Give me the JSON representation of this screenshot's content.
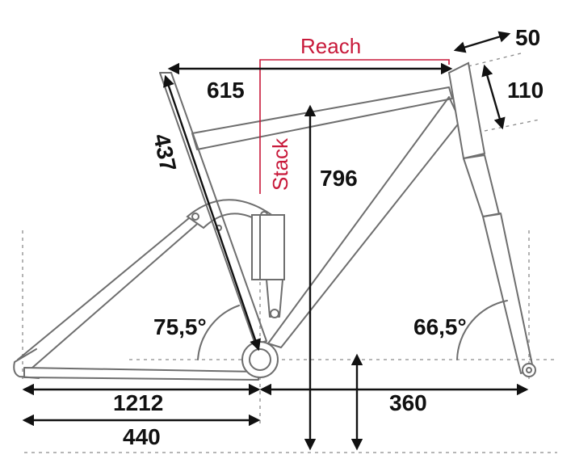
{
  "dimensions": {
    "reach_label": "Reach",
    "stack_label": "Stack",
    "reach": "615",
    "seat_tube": "437",
    "stack": "796",
    "stem": "50",
    "head_tube": "110",
    "seat_angle": "75,5°",
    "head_angle": "66,5°",
    "wheelbase": "1212",
    "chainstay": "440",
    "front_center": "360"
  },
  "colors": {
    "annotation_red": "#c8193a",
    "frame_grey": "#6e6e6e",
    "dimension_black": "#111111"
  }
}
